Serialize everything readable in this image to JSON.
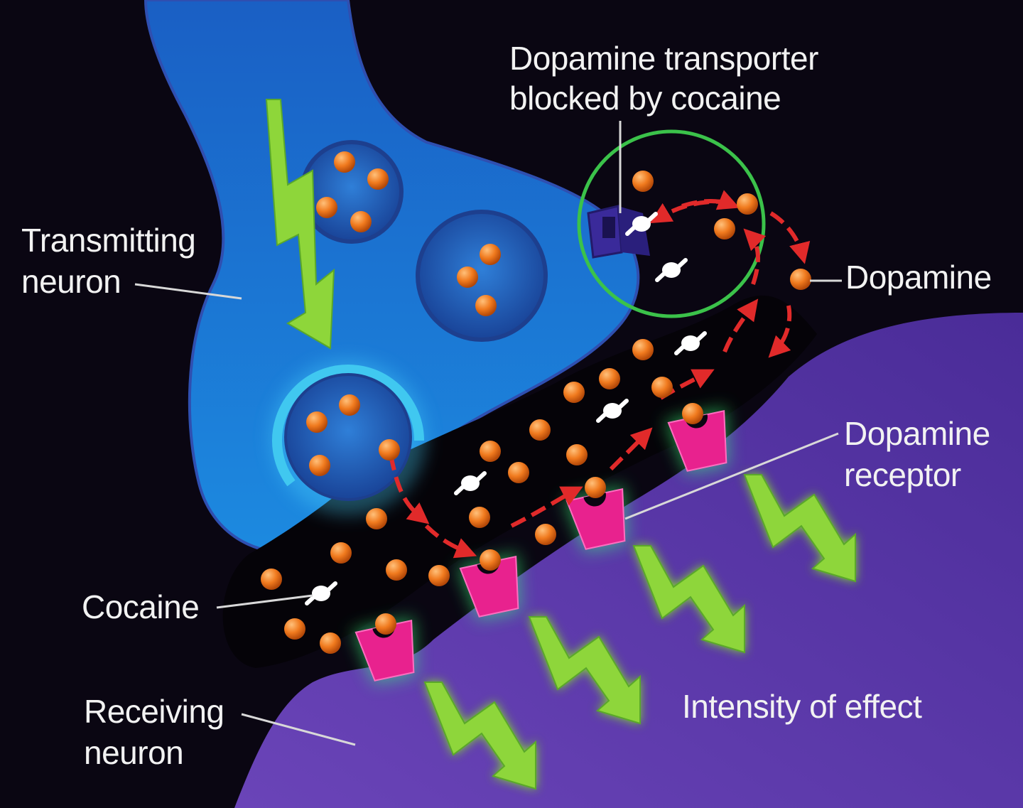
{
  "labels": {
    "transporter_line1": "Dopamine transporter",
    "transporter_line2": "blocked by cocaine",
    "transmitting_line1": "Transmitting",
    "transmitting_line2": "neuron",
    "dopamine": "Dopamine",
    "receptor_line1": "Dopamine",
    "receptor_line2": "receptor",
    "cocaine": "Cocaine",
    "receiving_line1": "Receiving",
    "receiving_line2": "neuron",
    "intensity": "Intensity of effect"
  },
  "colors": {
    "background": "#0a0612",
    "transmitting_neuron": "#1a74d0",
    "receiving_neuron": "#5a35a8",
    "dopamine": "#f07a1e",
    "receptor": "#e8228e",
    "signal_arrow": "#8ed63a",
    "reuptake_arrow": "#e12a2a",
    "transporter": "#3a2a9a",
    "highlight_circle": "#3bc24a",
    "text": "#f2f2f2"
  }
}
